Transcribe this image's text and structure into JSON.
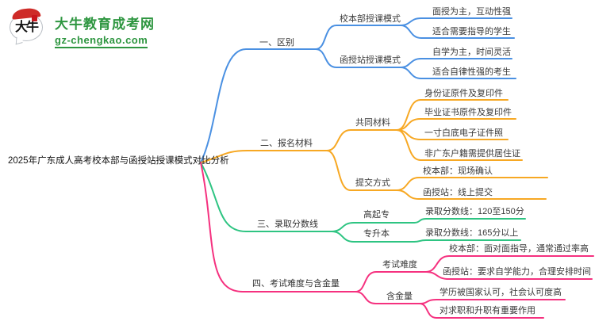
{
  "logo": {
    "icon_text": "大牛",
    "site_name": "大牛教育成考网",
    "site_url": "gz-chengkao.com",
    "brand_green": "#2e9640",
    "brand_red": "#ce2b28"
  },
  "central": {
    "title": "2025年广东成人高考校本部与函授站授课模式对比分析"
  },
  "branches": [
    {
      "label": "一、区别",
      "color": "#4a90e2",
      "children": [
        {
          "label": "校本部授课模式",
          "leaves": [
            "面授为主，互动性强",
            "适合需要指导的学生"
          ]
        },
        {
          "label": "函授站授课模式",
          "leaves": [
            "自学为主，时间灵活",
            "适合自律性强的考生"
          ]
        }
      ]
    },
    {
      "label": "二、报名材料",
      "color": "#f7a823",
      "children": [
        {
          "label": "共同材料",
          "leaves": [
            "身份证原件及复印件",
            "毕业证书原件及复印件",
            "一寸白底电子证件照",
            "非广东户籍需提供居住证"
          ]
        },
        {
          "label": "提交方式",
          "leaves": [
            "校本部：现场确认",
            "函授站：线上提交"
          ]
        }
      ]
    },
    {
      "label": "三、录取分数线",
      "color": "#2ec482",
      "children": [
        {
          "label": "高起专",
          "leaves": [
            "录取分数线：120至150分"
          ]
        },
        {
          "label": "专升本",
          "leaves": [
            "录取分数线：165分以上"
          ]
        }
      ]
    },
    {
      "label": "四、考试难度与含金量",
      "color": "#f5317f",
      "children": [
        {
          "label": "考试难度",
          "leaves": [
            "校本部：面对面指导，通常通过率高",
            "函授站：要求自学能力，合理安排时间"
          ]
        },
        {
          "label": "含金量",
          "leaves": [
            "学历被国家认可，社会认可度高",
            "对求职和升职有重要作用"
          ]
        }
      ]
    }
  ]
}
